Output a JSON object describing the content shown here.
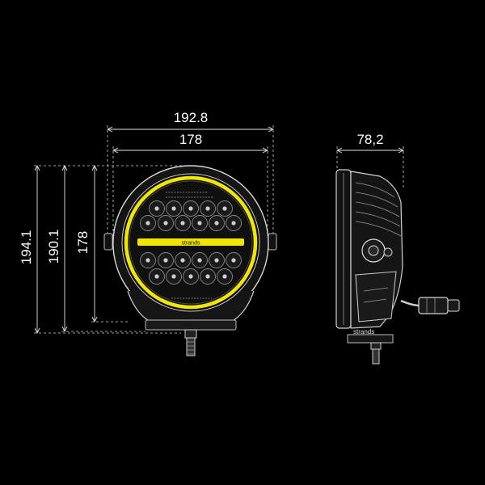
{
  "dimensions": {
    "front_overall_width": "192.8",
    "front_lens_width": "178",
    "front_total_height": "194.1",
    "front_body_height": "190.1",
    "front_lens_height": "178",
    "side_depth": "78,2"
  },
  "brand": {
    "front_label": "strands",
    "side_label": "strands"
  },
  "colors": {
    "background": "#000000",
    "halo_ring": "#f2e600",
    "drl_bar": "#f2e600",
    "lines": "#e6e6e6"
  }
}
